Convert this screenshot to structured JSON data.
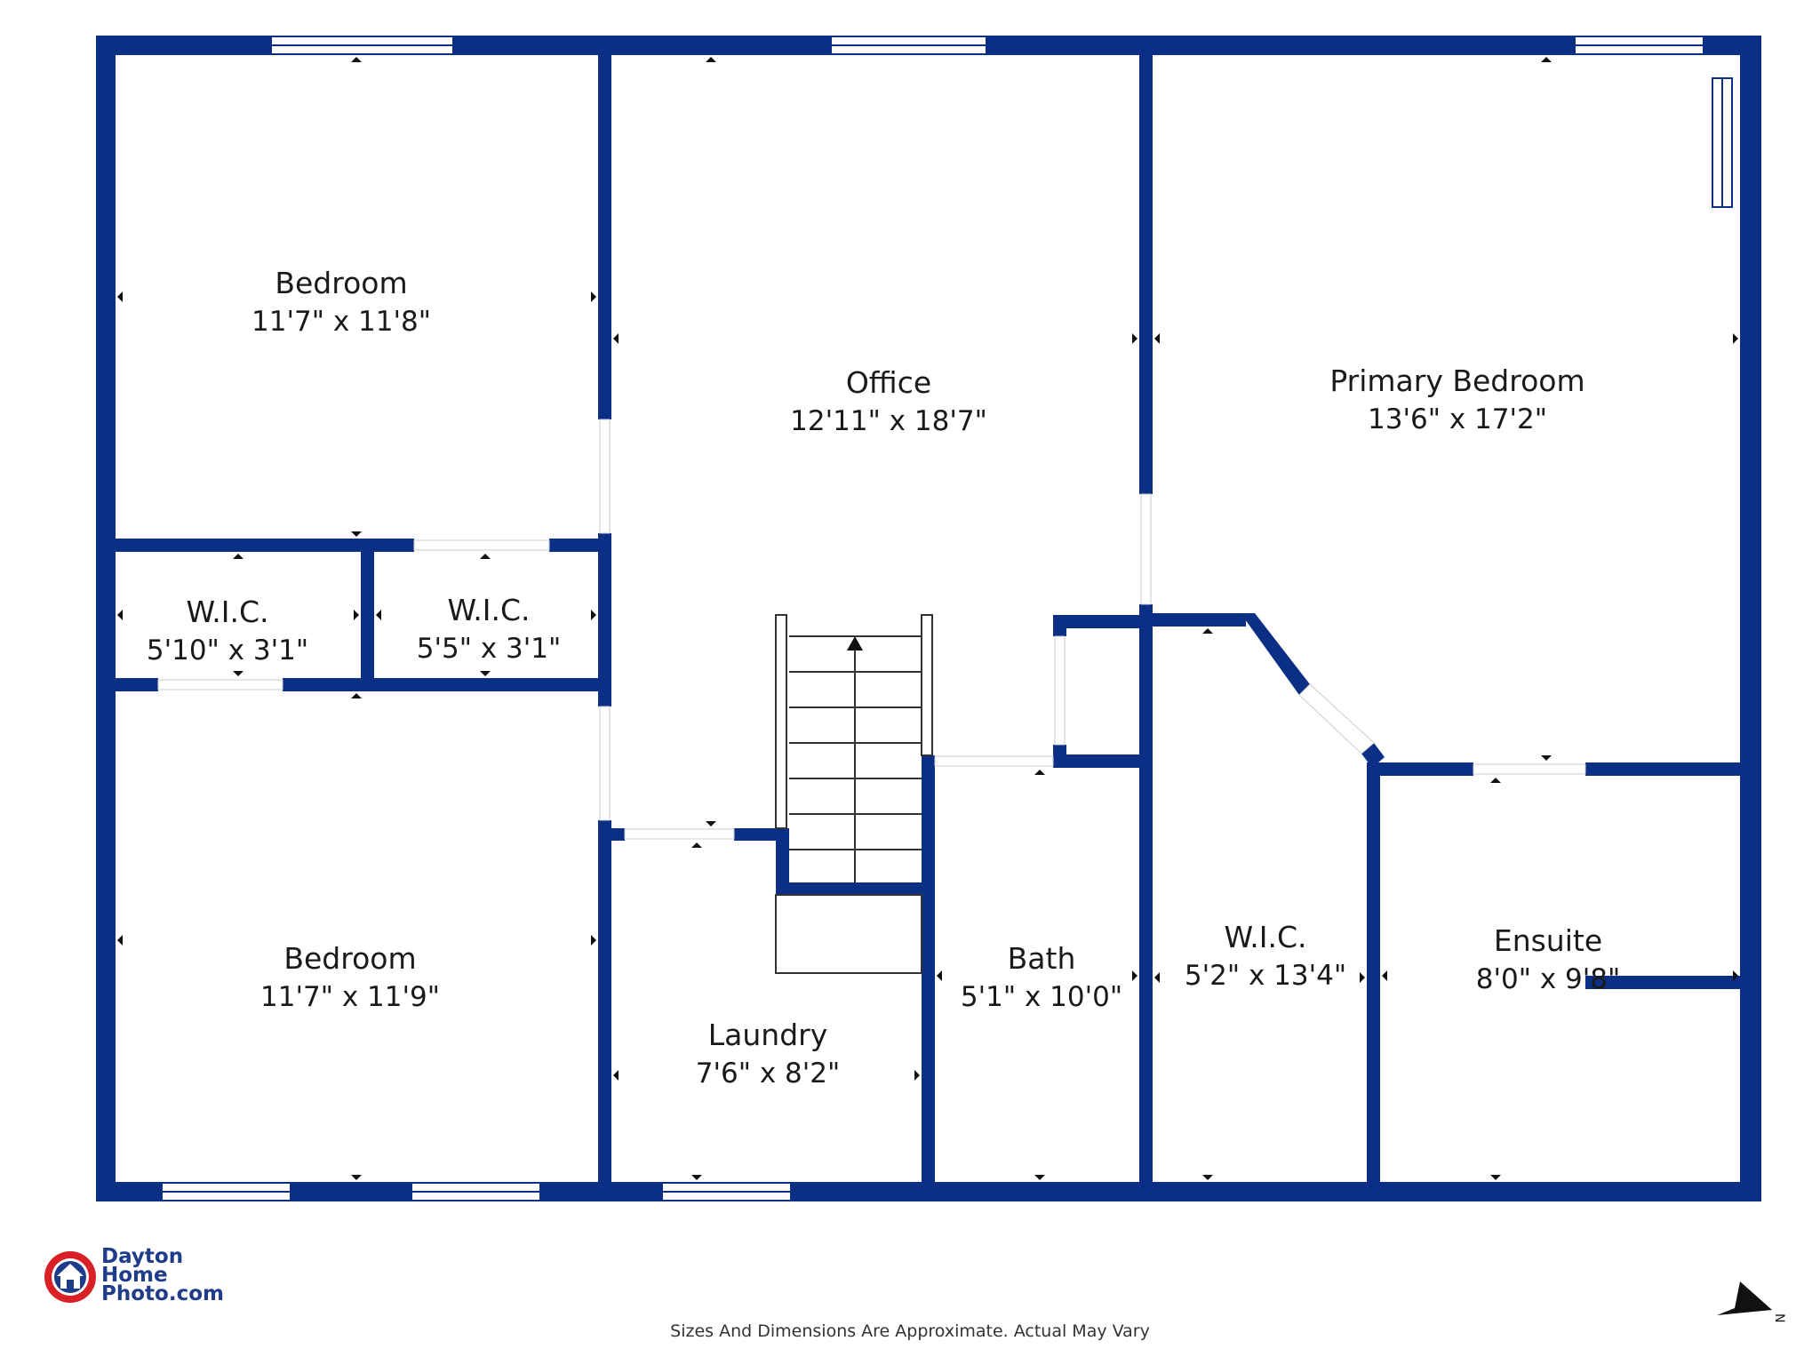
{
  "colors": {
    "wall": "#0a2f84",
    "window": "#ffffff",
    "marker": "#111111",
    "text": "#1a1a1a",
    "logo_red": "#d92027",
    "logo_blue": "#1f3c8a"
  },
  "rooms": [
    {
      "id": "bedroom-1",
      "label": "Bedroom",
      "dims": "11'7\" x 11'8\""
    },
    {
      "id": "office",
      "label": "Office",
      "dims": "12'11\" x 18'7\""
    },
    {
      "id": "primary-bedroom",
      "label": "Primary Bedroom",
      "dims": "13'6\" x 17'2\""
    },
    {
      "id": "wic-1",
      "label": "W.I.C.",
      "dims": "5'10\" x 3'1\""
    },
    {
      "id": "wic-2",
      "label": "W.I.C.",
      "dims": "5'5\" x 3'1\""
    },
    {
      "id": "bedroom-2",
      "label": "Bedroom",
      "dims": "11'7\" x 11'9\""
    },
    {
      "id": "laundry",
      "label": "Laundry",
      "dims": "7'6\" x 8'2\""
    },
    {
      "id": "bath",
      "label": "Bath",
      "dims": "5'1\" x 10'0\""
    },
    {
      "id": "wic-3",
      "label": "W.I.C.",
      "dims": "5'2\" x 13'4\""
    },
    {
      "id": "ensuite",
      "label": "Ensuite",
      "dims": "8'0\" x 9'8\""
    }
  ],
  "logo": {
    "line1": "Dayton",
    "line2": "Home",
    "line3": "Photo.com"
  },
  "disclaimer": "Sizes And Dimensions Are Approximate. Actual May Vary",
  "compass": {
    "label": "N",
    "icon": "north-arrow-icon"
  }
}
